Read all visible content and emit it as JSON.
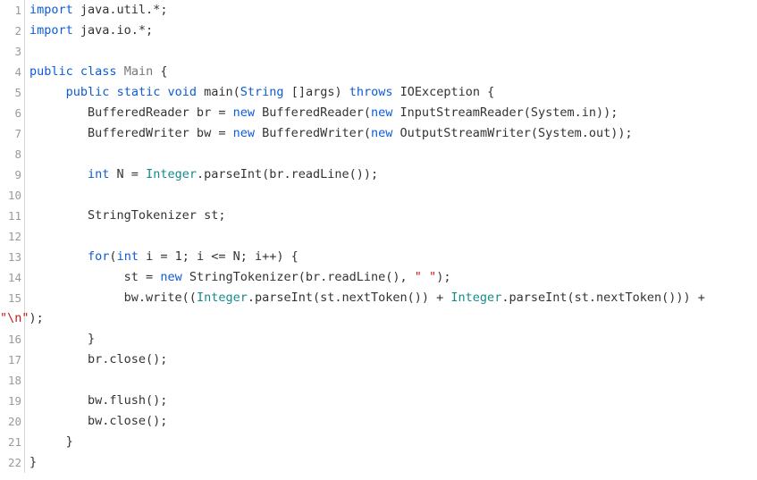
{
  "editor": {
    "lines": [
      {
        "no": "1",
        "tokens": [
          {
            "t": "import",
            "c": "kw"
          },
          {
            "t": " java.util.*;",
            "c": "pun"
          }
        ]
      },
      {
        "no": "2",
        "tokens": [
          {
            "t": "import",
            "c": "kw"
          },
          {
            "t": " java.io.*;",
            "c": "pun"
          }
        ]
      },
      {
        "no": "3",
        "tokens": []
      },
      {
        "no": "4",
        "tokens": [
          {
            "t": "public",
            "c": "kw"
          },
          {
            "t": " ",
            "c": "pun"
          },
          {
            "t": "class",
            "c": "kw"
          },
          {
            "t": " ",
            "c": "pun"
          },
          {
            "t": "Main",
            "c": "cls"
          },
          {
            "t": " {",
            "c": "pun"
          }
        ]
      },
      {
        "no": "5",
        "tokens": [
          {
            "t": "     ",
            "c": "pun"
          },
          {
            "t": "public",
            "c": "kw"
          },
          {
            "t": " ",
            "c": "pun"
          },
          {
            "t": "static",
            "c": "kw"
          },
          {
            "t": " ",
            "c": "pun"
          },
          {
            "t": "void",
            "c": "kw"
          },
          {
            "t": " main(",
            "c": "pun"
          },
          {
            "t": "String",
            "c": "kw"
          },
          {
            "t": " []args) ",
            "c": "pun"
          },
          {
            "t": "throws",
            "c": "kw"
          },
          {
            "t": " IOException {",
            "c": "pun"
          }
        ]
      },
      {
        "no": "6",
        "tokens": [
          {
            "t": "        BufferedReader br = ",
            "c": "pun"
          },
          {
            "t": "new",
            "c": "kw"
          },
          {
            "t": " BufferedReader(",
            "c": "pun"
          },
          {
            "t": "new",
            "c": "kw"
          },
          {
            "t": " InputStreamReader(System.in));",
            "c": "pun"
          }
        ]
      },
      {
        "no": "7",
        "tokens": [
          {
            "t": "        BufferedWriter bw = ",
            "c": "pun"
          },
          {
            "t": "new",
            "c": "kw"
          },
          {
            "t": " BufferedWriter(",
            "c": "pun"
          },
          {
            "t": "new",
            "c": "kw"
          },
          {
            "t": " OutputStreamWriter(System.out));",
            "c": "pun"
          }
        ]
      },
      {
        "no": "8",
        "tokens": []
      },
      {
        "no": "9",
        "tokens": [
          {
            "t": "        ",
            "c": "pun"
          },
          {
            "t": "int",
            "c": "kw"
          },
          {
            "t": " N = ",
            "c": "pun"
          },
          {
            "t": "Integer",
            "c": "ty"
          },
          {
            "t": ".parseInt(br.readLine());",
            "c": "pun"
          }
        ]
      },
      {
        "no": "10",
        "tokens": []
      },
      {
        "no": "11",
        "tokens": [
          {
            "t": "        StringTokenizer st;",
            "c": "pun"
          }
        ]
      },
      {
        "no": "12",
        "tokens": []
      },
      {
        "no": "13",
        "tokens": [
          {
            "t": "        ",
            "c": "pun"
          },
          {
            "t": "for",
            "c": "kw"
          },
          {
            "t": "(",
            "c": "pun"
          },
          {
            "t": "int",
            "c": "kw"
          },
          {
            "t": " i = 1; i <= N; i++) {",
            "c": "pun"
          }
        ]
      },
      {
        "no": "14",
        "tokens": [
          {
            "t": "             st = ",
            "c": "pun"
          },
          {
            "t": "new",
            "c": "kw"
          },
          {
            "t": " StringTokenizer(br.readLine(), ",
            "c": "pun"
          },
          {
            "t": "\" \"",
            "c": "str"
          },
          {
            "t": ");",
            "c": "pun"
          }
        ]
      },
      {
        "no": "15",
        "wrapped": true,
        "tokens": [
          {
            "t": "             bw.write((",
            "c": "pun"
          },
          {
            "t": "Integer",
            "c": "ty"
          },
          {
            "t": ".parseInt(st.nextToken()) + ",
            "c": "pun"
          },
          {
            "t": "Integer",
            "c": "ty"
          },
          {
            "t": ".parseInt(st.nextToken())) +",
            "c": "pun"
          }
        ],
        "tokens2": [
          {
            "t": "\"\\n\"",
            "c": "str"
          },
          {
            "t": ");",
            "c": "pun"
          }
        ]
      },
      {
        "no": "16",
        "tokens": [
          {
            "t": "        }",
            "c": "pun"
          }
        ]
      },
      {
        "no": "17",
        "tokens": [
          {
            "t": "        br.close();",
            "c": "pun"
          }
        ]
      },
      {
        "no": "18",
        "tokens": []
      },
      {
        "no": "19",
        "tokens": [
          {
            "t": "        bw.flush();",
            "c": "pun"
          }
        ]
      },
      {
        "no": "20",
        "tokens": [
          {
            "t": "        bw.close();",
            "c": "pun"
          }
        ]
      },
      {
        "no": "21",
        "tokens": [
          {
            "t": "     }",
            "c": "pun"
          }
        ]
      },
      {
        "no": "22",
        "tokens": [
          {
            "t": "}",
            "c": "pun"
          }
        ]
      }
    ]
  },
  "colors": {
    "keyword": "#0d5cd6",
    "type": "#178a8c",
    "string": "#c41a16",
    "gutter_text": "#9a9a9a",
    "gutter_border": "#d6d6d6",
    "text": "#333333"
  }
}
